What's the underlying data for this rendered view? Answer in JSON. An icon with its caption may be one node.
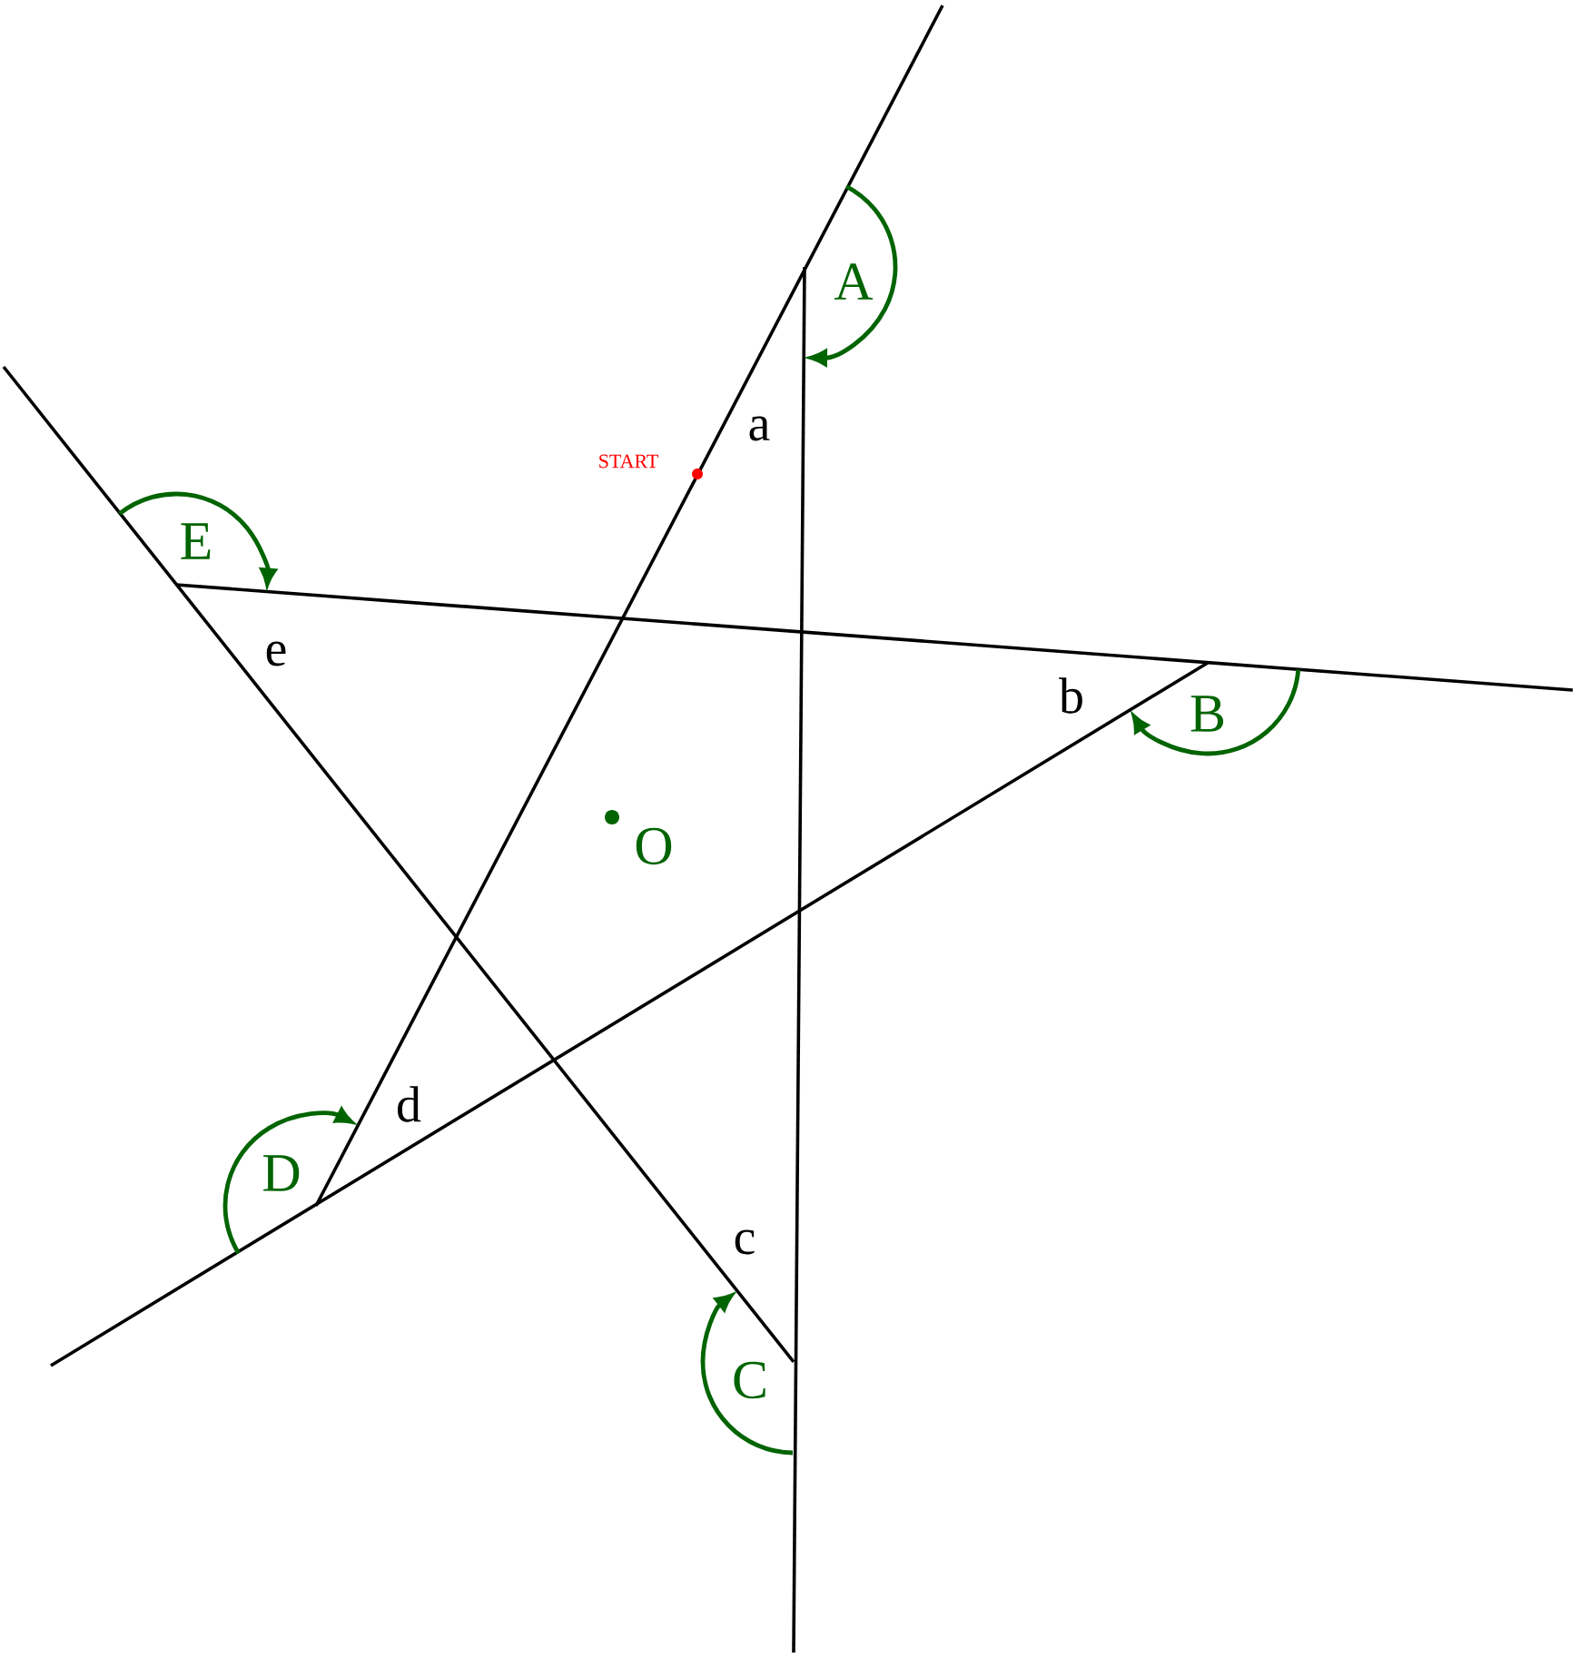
{
  "diagram": {
    "labels": [
      "A",
      "a",
      "START",
      "E",
      "e",
      "b",
      "B",
      "O",
      "d",
      "D",
      "c",
      "C"
    ]
  }
}
